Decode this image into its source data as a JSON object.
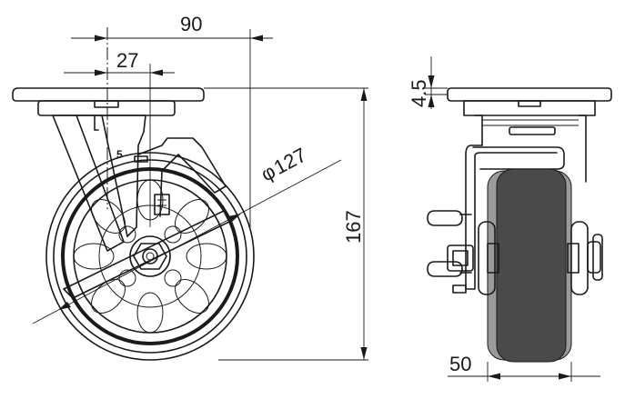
{
  "dimensions": {
    "overall_offset": "90",
    "swivel_offset": "27",
    "wheel_diameter": "127",
    "diameter_symbol": "φ",
    "total_height": "167",
    "plate_thickness": "4.5",
    "wheel_width": "50"
  },
  "callouts": {
    "part_number": "5"
  }
}
